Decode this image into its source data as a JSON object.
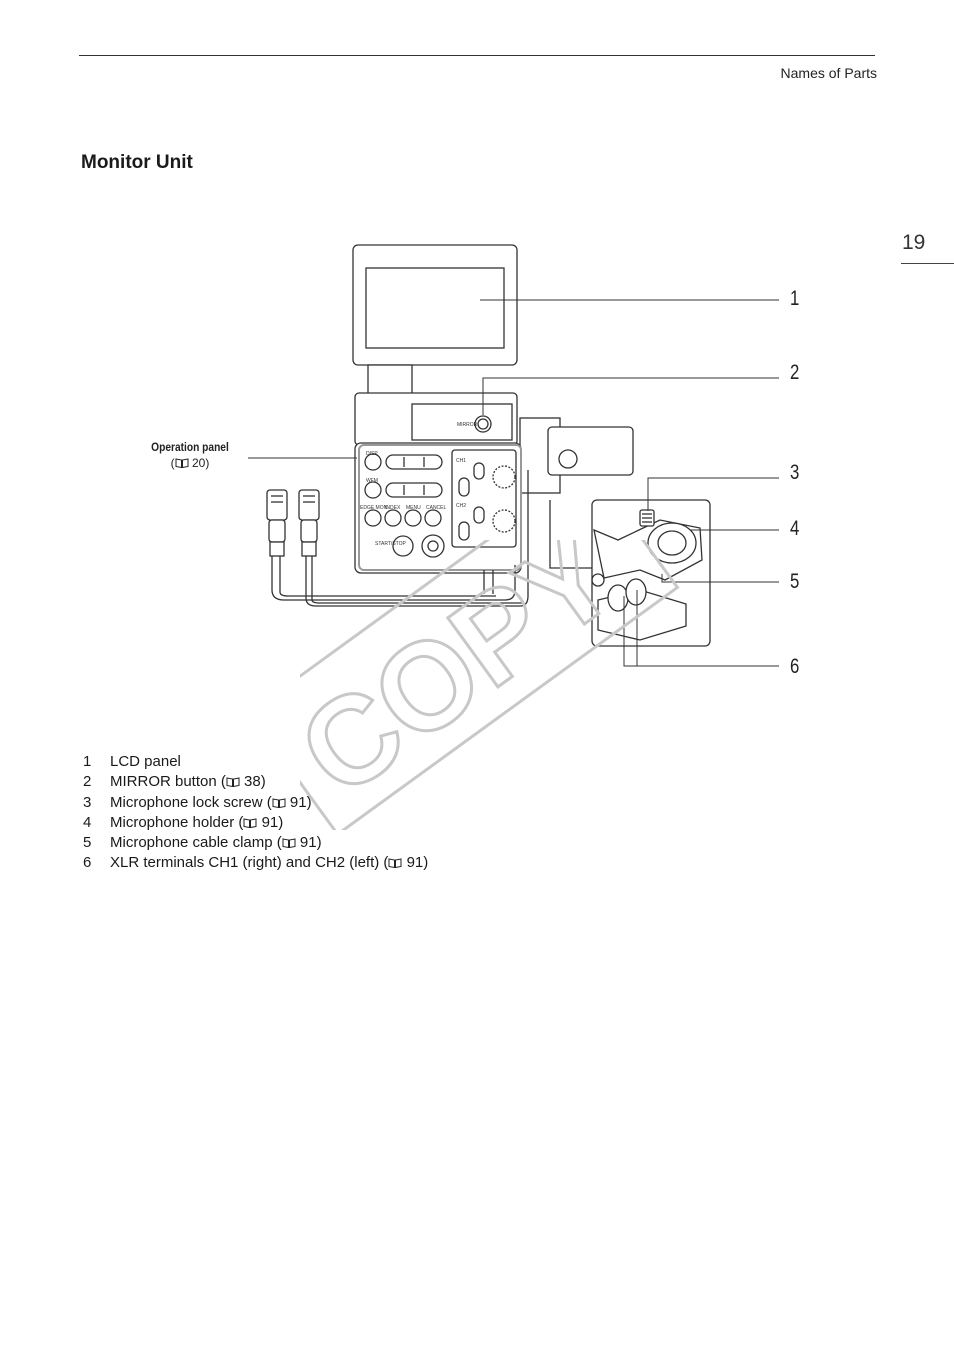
{
  "header": {
    "running_title": "Names of Parts"
  },
  "page": {
    "number": "19"
  },
  "section": {
    "title": "Monitor Unit"
  },
  "figure": {
    "callouts": [
      "1",
      "2",
      "3",
      "4",
      "5",
      "6"
    ],
    "operation_panel": {
      "label": "Operation panel",
      "ref": "20"
    },
    "panel_text": {
      "disp": "DISP.",
      "wfm": "WFM",
      "edge_mon": "EDGE MON.",
      "index": "INDEX",
      "menu": "MENU",
      "cancel": "CANCEL",
      "start_stop": "START/STOP",
      "mirror": "MIRROR",
      "ch1": "CH1",
      "ch2": "CH2"
    },
    "watermark": "COPY"
  },
  "legend": {
    "items": [
      {
        "num": "1",
        "text": "LCD panel",
        "ref": ""
      },
      {
        "num": "2",
        "text": "MIRROR button (",
        "ref": "38)"
      },
      {
        "num": "3",
        "text": "Microphone lock screw (",
        "ref": "91)"
      },
      {
        "num": "4",
        "text": "Microphone holder (",
        "ref": "91)"
      },
      {
        "num": "5",
        "text": "Microphone cable clamp (",
        "ref": "91)"
      },
      {
        "num": "6",
        "text": "XLR terminals CH1 (right) and CH2 (left) (",
        "ref": "91)"
      }
    ]
  },
  "icons": {
    "reference": "book-icon"
  },
  "colors": {
    "text": "#1a1a1a",
    "line": "#333333",
    "watermark": "#c8c8c8"
  }
}
